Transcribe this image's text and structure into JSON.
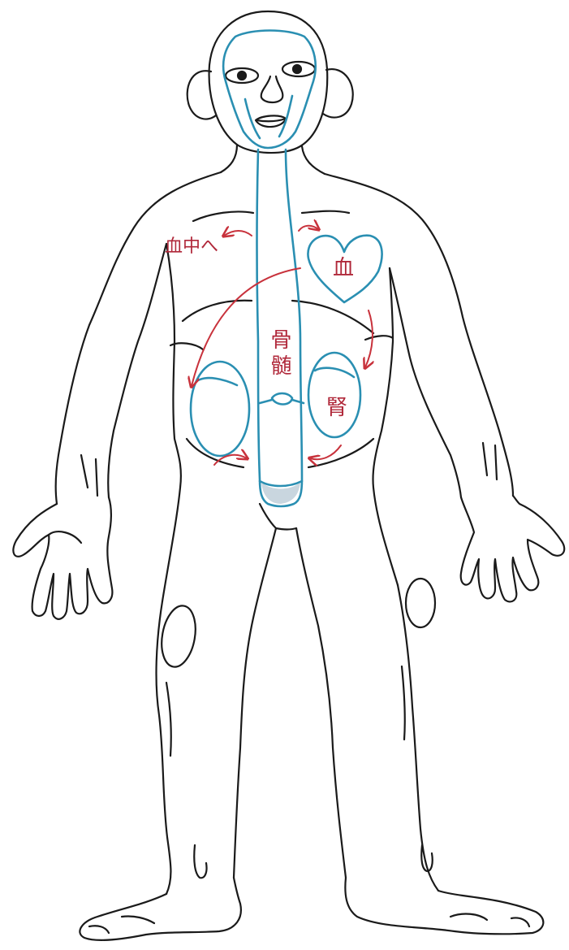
{
  "diagram": {
    "labels": {
      "blood_in": "血中へ",
      "blood": "血",
      "bone_marrow": "骨髄",
      "kidney": "腎"
    },
    "colors": {
      "outline": "#1a1a1a",
      "channel": "#2a8fb2",
      "arrow": "#c8323c",
      "text": "#b0283a",
      "shade": "#c9d6df"
    }
  }
}
